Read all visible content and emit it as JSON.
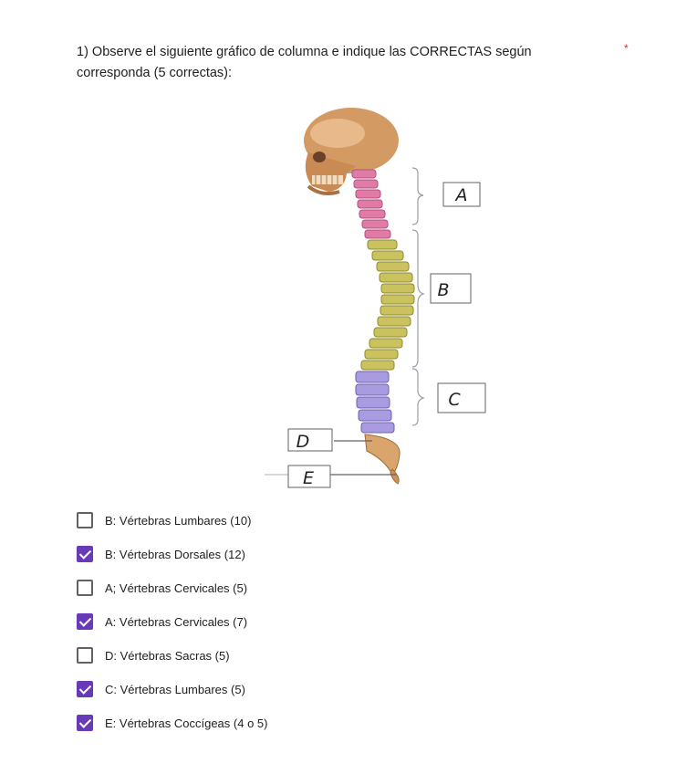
{
  "question": {
    "text": "1) Observe el siguiente gráfico de columna e indique las  CORRECTAS según corresponda (5 correctas):",
    "required_mark": "*"
  },
  "figure": {
    "labels": [
      "A",
      "B",
      "C",
      "D",
      "E"
    ]
  },
  "options": [
    {
      "label": "B: Vértebras Lumbares (10)",
      "checked": false
    },
    {
      "label": "B: Vértebras Dorsales (12)",
      "checked": true
    },
    {
      "label": "A; Vértebras Cervicales (5)",
      "checked": false
    },
    {
      "label": "A: Vértebras Cervicales (7)",
      "checked": true
    },
    {
      "label": "D: Vértebras Sacras (5)",
      "checked": false
    },
    {
      "label": "C: Vértebras Lumbares (5)",
      "checked": true
    },
    {
      "label": "E: Vértebras Coccígeas (4 o 5)",
      "checked": true
    }
  ],
  "colors": {
    "accent": "#673ab7",
    "required": "#d93025",
    "cervical": "#e07ba6",
    "thoracic": "#c9c25e",
    "lumbar": "#a99be0",
    "sacrum": "#d9a56c",
    "skull": "#d49a63"
  }
}
